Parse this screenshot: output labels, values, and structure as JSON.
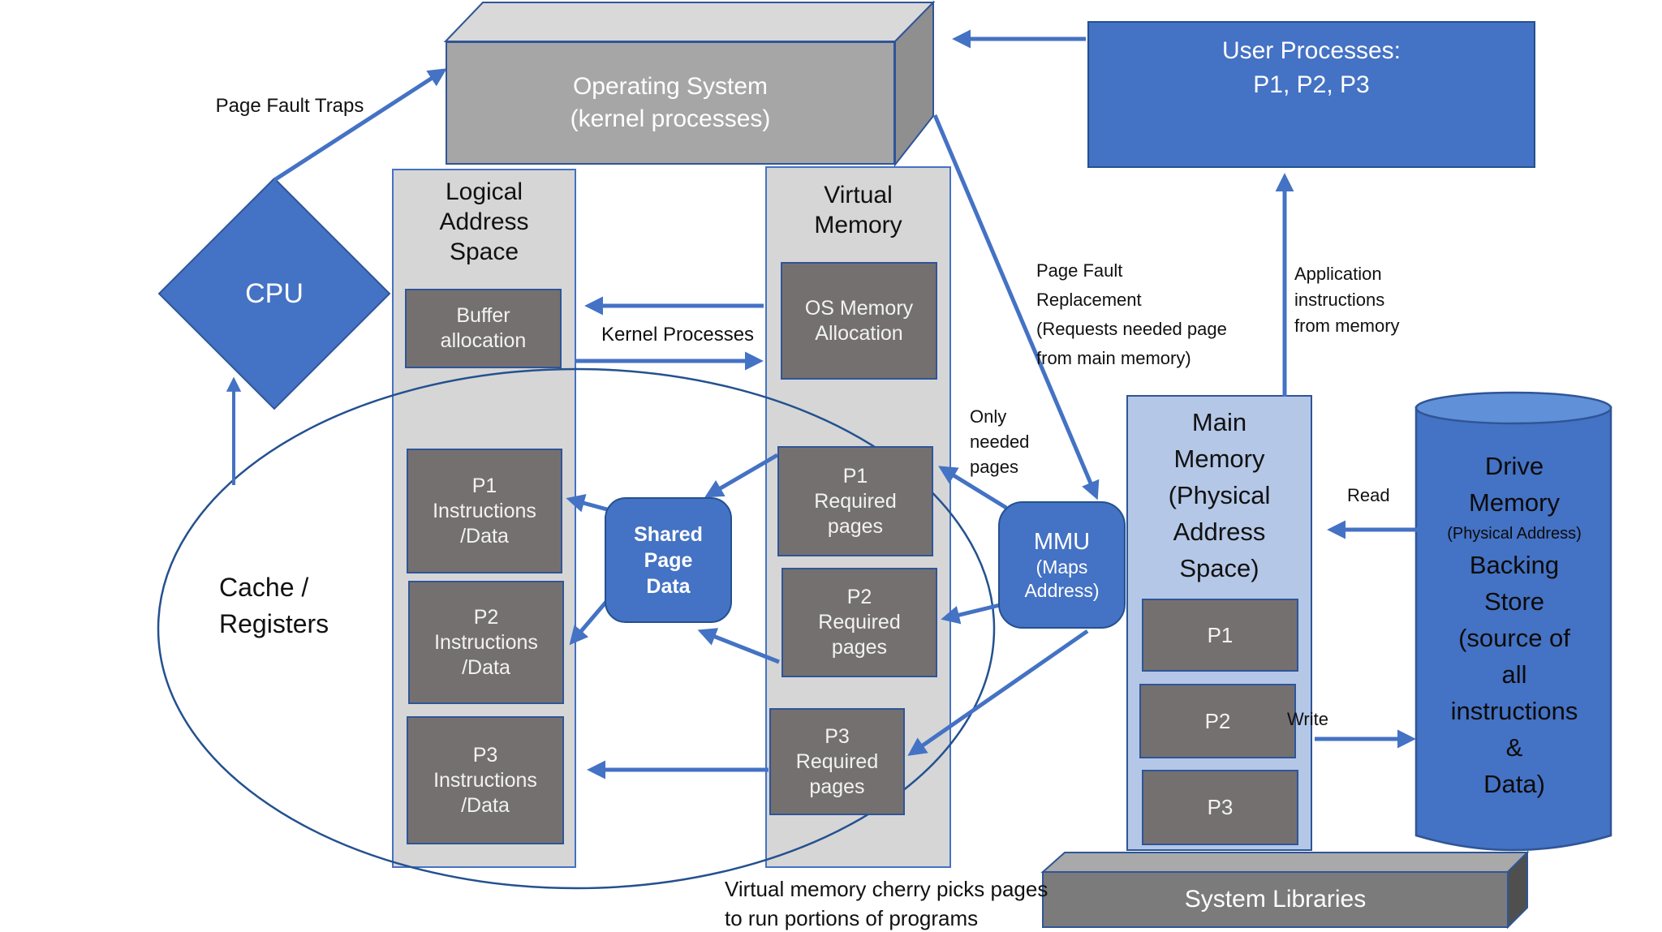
{
  "os_box": {
    "label": "Operating System\n(kernel processes)"
  },
  "user_processes": {
    "label": "User Processes:\nP1, P2, P3"
  },
  "cpu": {
    "label": "CPU"
  },
  "logical_column": {
    "title": "Logical\nAddress\nSpace",
    "buffer": "Buffer\nallocation",
    "p1": "P1\nInstructions\n/Data",
    "p2": "P2\nInstructions\n/Data",
    "p3": "P3\nInstructions\n/Data"
  },
  "virtual_column": {
    "title": "Virtual\nMemory",
    "os_alloc": "OS Memory\nAllocation",
    "p1": "P1\nRequired\npages",
    "p2": "P2\nRequired\npages",
    "p3": "P3\nRequired\npages"
  },
  "shared_page_data": {
    "label": "Shared\nPage\nData"
  },
  "mmu": {
    "title": "MMU",
    "subtitle": "(Maps\nAddress)"
  },
  "main_memory": {
    "title": "Main\nMemory\n(Physical\nAddress\nSpace)",
    "p1": "P1",
    "p2": "P2",
    "p3": "P3"
  },
  "drive_memory": {
    "title": "Drive\nMemory",
    "subtitle": "(Physical Address)",
    "body": "Backing\nStore\n(source of\nall\ninstructions\n&\nData)"
  },
  "system_libraries": {
    "label": "System Libraries"
  },
  "labels": {
    "page_fault_traps": "Page Fault Traps",
    "kernel_processes": "Kernel Processes",
    "page_fault_replacement": "Page Fault\nReplacement\n(Requests needed page\nfrom main memory)",
    "application_instructions": "Application\ninstructions\nfrom memory",
    "only_needed_pages": "Only\nneeded\npages",
    "read": "Read",
    "write": "Write",
    "cache_registers": "Cache /\nRegisters",
    "bottom_note": "Virtual memory cherry picks pages\nto run portions of programs"
  },
  "colors": {
    "accent_blue": "#4472C4",
    "dark_blue": "#2F5597",
    "light_gray": "#D6D6D6",
    "dark_gray": "#757070",
    "light_blue": "#B4C7E7",
    "cylinder_top_blue": "#6090D8"
  }
}
